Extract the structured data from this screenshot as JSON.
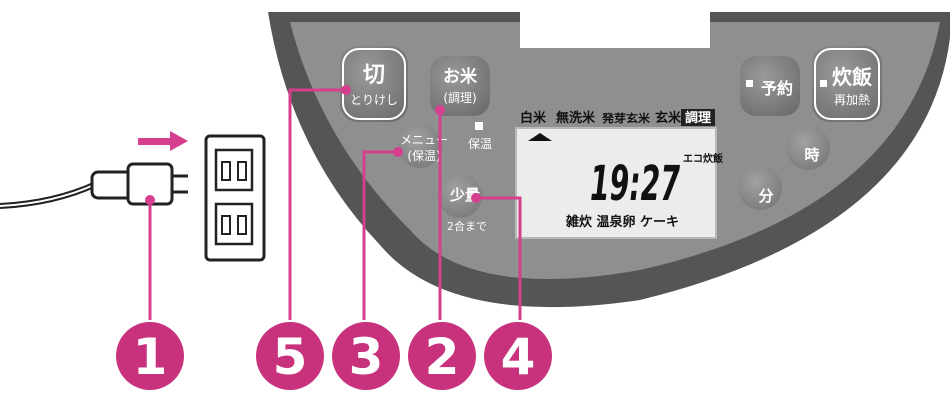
{
  "buttons": {
    "cancel": {
      "main": "切",
      "sub": "とりけし"
    },
    "rice": {
      "main": "お米",
      "sub": "(調理)"
    },
    "timer": {
      "label": "予約"
    },
    "cook": {
      "main": "炊飯",
      "sub": "再加熱"
    },
    "menu": {
      "main": "メニュー",
      "sub": "(保温)"
    },
    "keepwarm": {
      "label": "保温"
    },
    "small": {
      "main": "少量",
      "sub": "2合まで"
    },
    "hour": {
      "label": "時"
    },
    "minute": {
      "label": "分"
    }
  },
  "display": {
    "rice_types": [
      "白米",
      "無洗米",
      "発芽玄米",
      "玄米",
      "調理"
    ],
    "time": "19:27",
    "mode": "エコ炊飯",
    "menu_items": "雑炊 温泉卵 ケーキ"
  },
  "callouts": [
    "1",
    "5",
    "3",
    "2",
    "4"
  ],
  "colors": {
    "panel": "#8e8e8e",
    "panel_rim": "#555555",
    "button": "#7a7a7a",
    "lcd": "#ececec",
    "accent": "#d63f8e",
    "callout_fill": "#c8327d"
  }
}
